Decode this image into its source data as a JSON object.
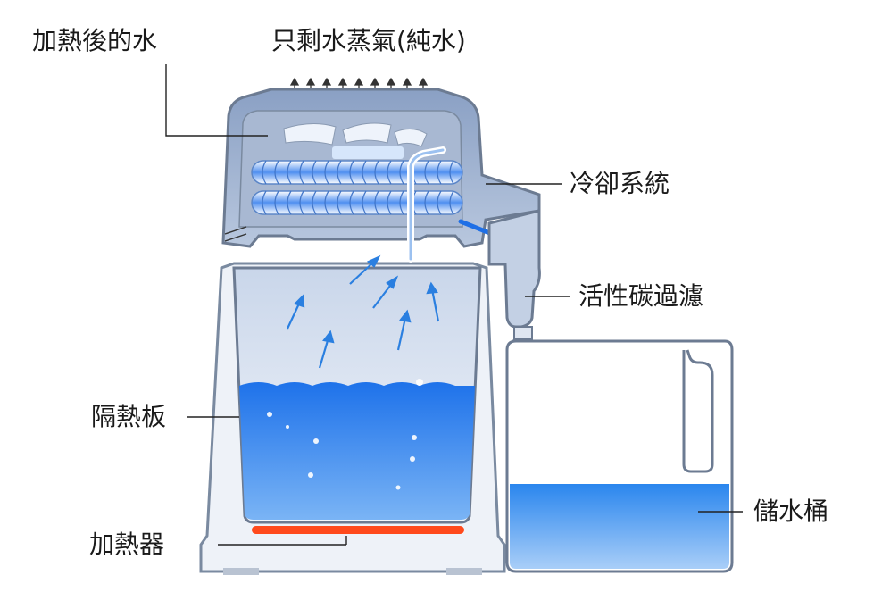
{
  "labels": {
    "heated_water": "加熱後的水",
    "steam_only": "只剩水蒸氣(純水)",
    "cooling_system": "冷卻系統",
    "carbon_filter": "活性碳過濾",
    "insulation_plate": "隔熱板",
    "heater": "加熱器",
    "storage_bucket": "儲水桶"
  },
  "colors": {
    "water": "#1e6fe6",
    "heater": "#ff4a1c",
    "body_outline": "#7a8aa0",
    "chamber_fill": "#dfe7f3",
    "arrow": "#2a7fe0"
  }
}
